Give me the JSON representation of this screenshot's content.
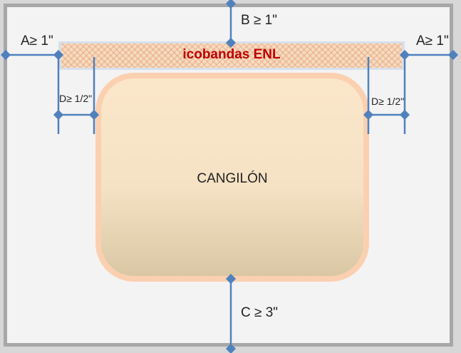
{
  "belt": {
    "label": "icobandas ENL"
  },
  "bucket": {
    "label": "CANGILÓN"
  },
  "dimensions": {
    "a_left": "A≥ 1\"",
    "a_right": "A≥ 1\"",
    "b": "B ≥ 1\"",
    "c": "C ≥ 3\"",
    "d_left": "D≥ 1/2\"",
    "d_right": "D≥ 1/2\""
  },
  "colors": {
    "dimension_line": "#4f81bd",
    "belt_text": "#c00000",
    "bucket_border": "#fbd0b0",
    "frame": "#a7a7a7"
  }
}
